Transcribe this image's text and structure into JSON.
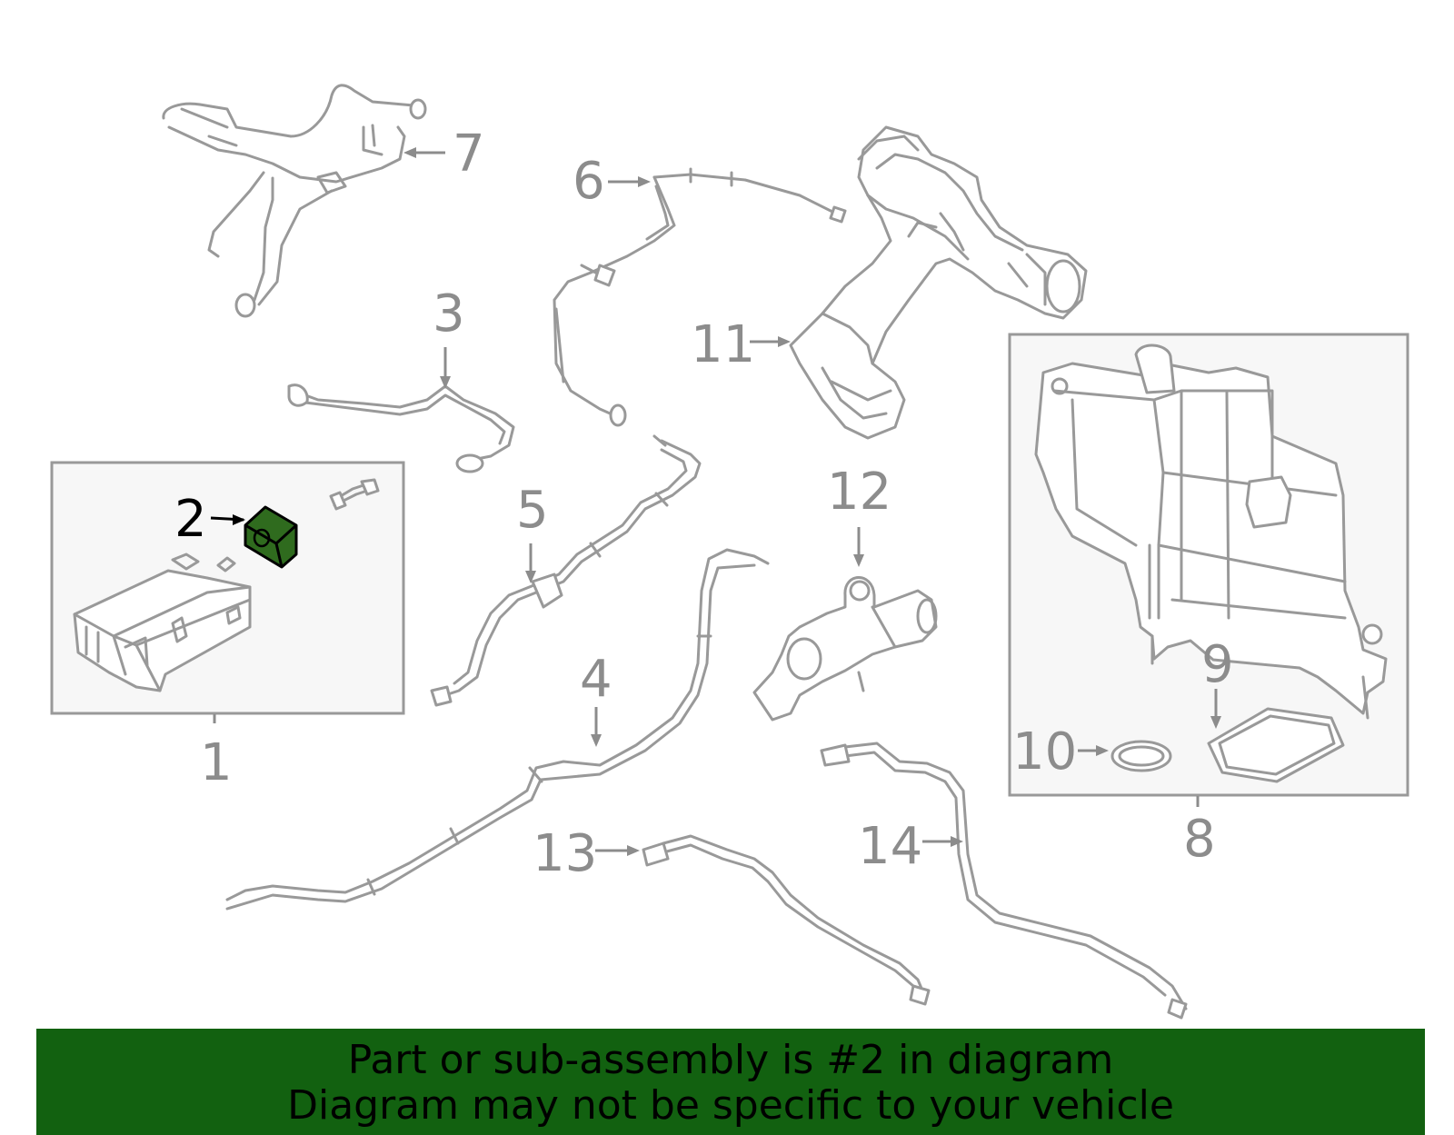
{
  "colors": {
    "banner_bg": "#126110",
    "highlight_part": "#2f6b1e",
    "line_gray": "#999999",
    "callout_gray": "#8c8c8c",
    "box_bg": "#f7f7f7"
  },
  "callouts": {
    "c1": "1",
    "c2": "2",
    "c3": "3",
    "c4": "4",
    "c5": "5",
    "c6": "6",
    "c7": "7",
    "c8": "8",
    "c9": "9",
    "c10": "10",
    "c11": "11",
    "c12": "12",
    "c13": "13",
    "c14": "14"
  },
  "highlighted_part": "2",
  "banner": {
    "line1": "Part or sub-assembly is #2 in diagram",
    "line2": "Diagram may not be specific to your vehicle"
  }
}
